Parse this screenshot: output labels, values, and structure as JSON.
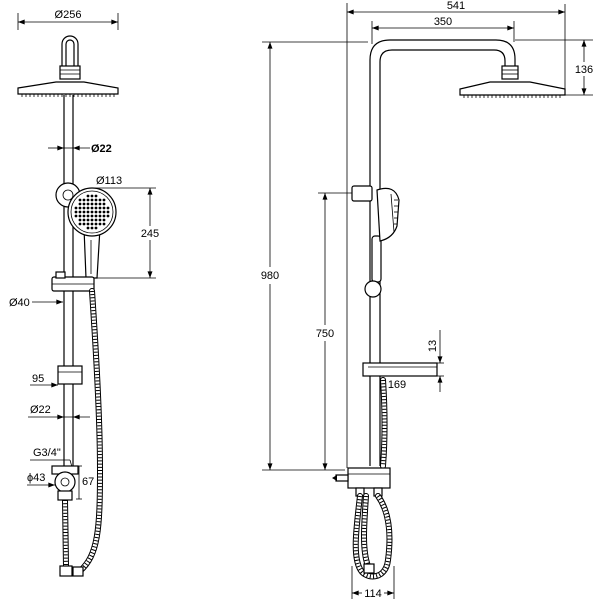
{
  "front_view": {
    "head_diameter": "Ø256",
    "pipe_diameter_upper": "Ø22",
    "hand_shower_diameter": "Ø113",
    "hand_shower_height": "245",
    "slider_diameter": "Ø40",
    "soap_dish_width": "95",
    "pipe_diameter_lower": "Ø22",
    "thread": "G3/4\"",
    "diverter_diameter": "ϕ43",
    "diverter_height": "67"
  },
  "side_view": {
    "overall_projection": "541",
    "arm_reach": "350",
    "head_drop": "136",
    "total_height": "980",
    "bracket_height": "750",
    "soap_dish_thickness": "13",
    "soap_dish_depth": "169",
    "hose_loop_width": "114"
  },
  "colors": {
    "line": "#000000",
    "background": "#ffffff"
  }
}
